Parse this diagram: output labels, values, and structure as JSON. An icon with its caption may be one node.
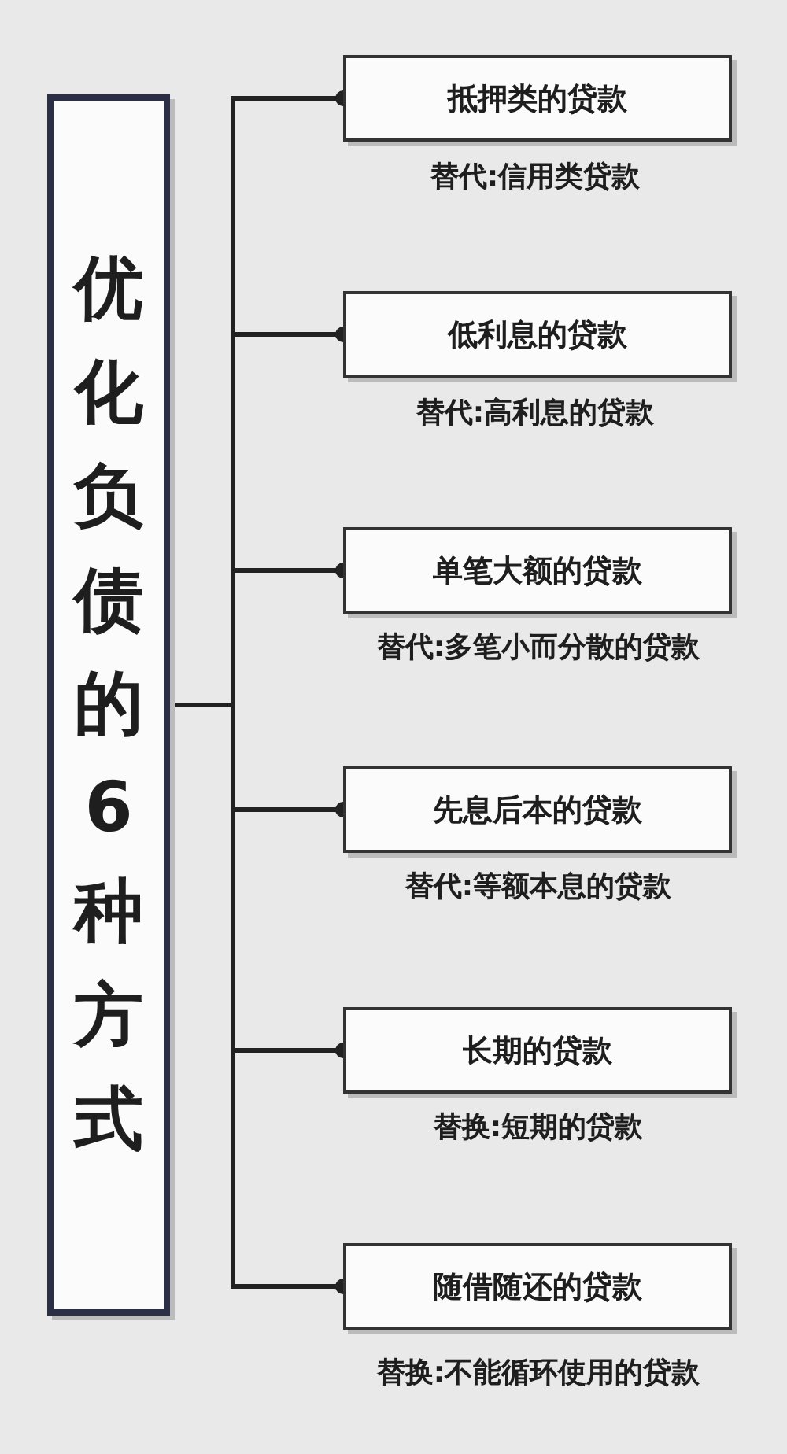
{
  "diagram": {
    "nodes": [
      {
        "text": [
          "优化负债的6种方式"
        ]
      },
      {
        "text": [
          "抵押类的贷款"
        ],
        "beside": [
          "替代:信用类贷款"
        ]
      },
      {
        "text": [
          "低利息的贷款"
        ],
        "beside": [
          "替代:高利息的贷款"
        ]
      },
      {
        "text": [
          "单笔大额的贷款"
        ],
        "beside": [
          "替代:多笔小而分散的贷款"
        ]
      },
      {
        "text": [
          "先息后本的贷款"
        ],
        "beside": [
          "替代:等额本息的贷款"
        ]
      },
      {
        "text": [
          "长期的贷款"
        ],
        "beside": [
          "替换:短期的贷款"
        ]
      },
      {
        "text": [
          "随借随还的贷款"
        ],
        "beside": [
          "替换:不能循环使用的贷款"
        ]
      }
    ],
    "edges": [
      {
        "from": 0,
        "to": 1,
        "arrow": "other"
      },
      {
        "from": 0,
        "to": 2,
        "arrow": "other"
      },
      {
        "from": 0,
        "to": 3,
        "arrow": "other"
      },
      {
        "from": 0,
        "to": 4,
        "arrow": "other"
      },
      {
        "from": 0,
        "to": 5,
        "arrow": "other"
      },
      {
        "from": 0,
        "to": 6,
        "arrow": "other"
      }
    ]
  }
}
